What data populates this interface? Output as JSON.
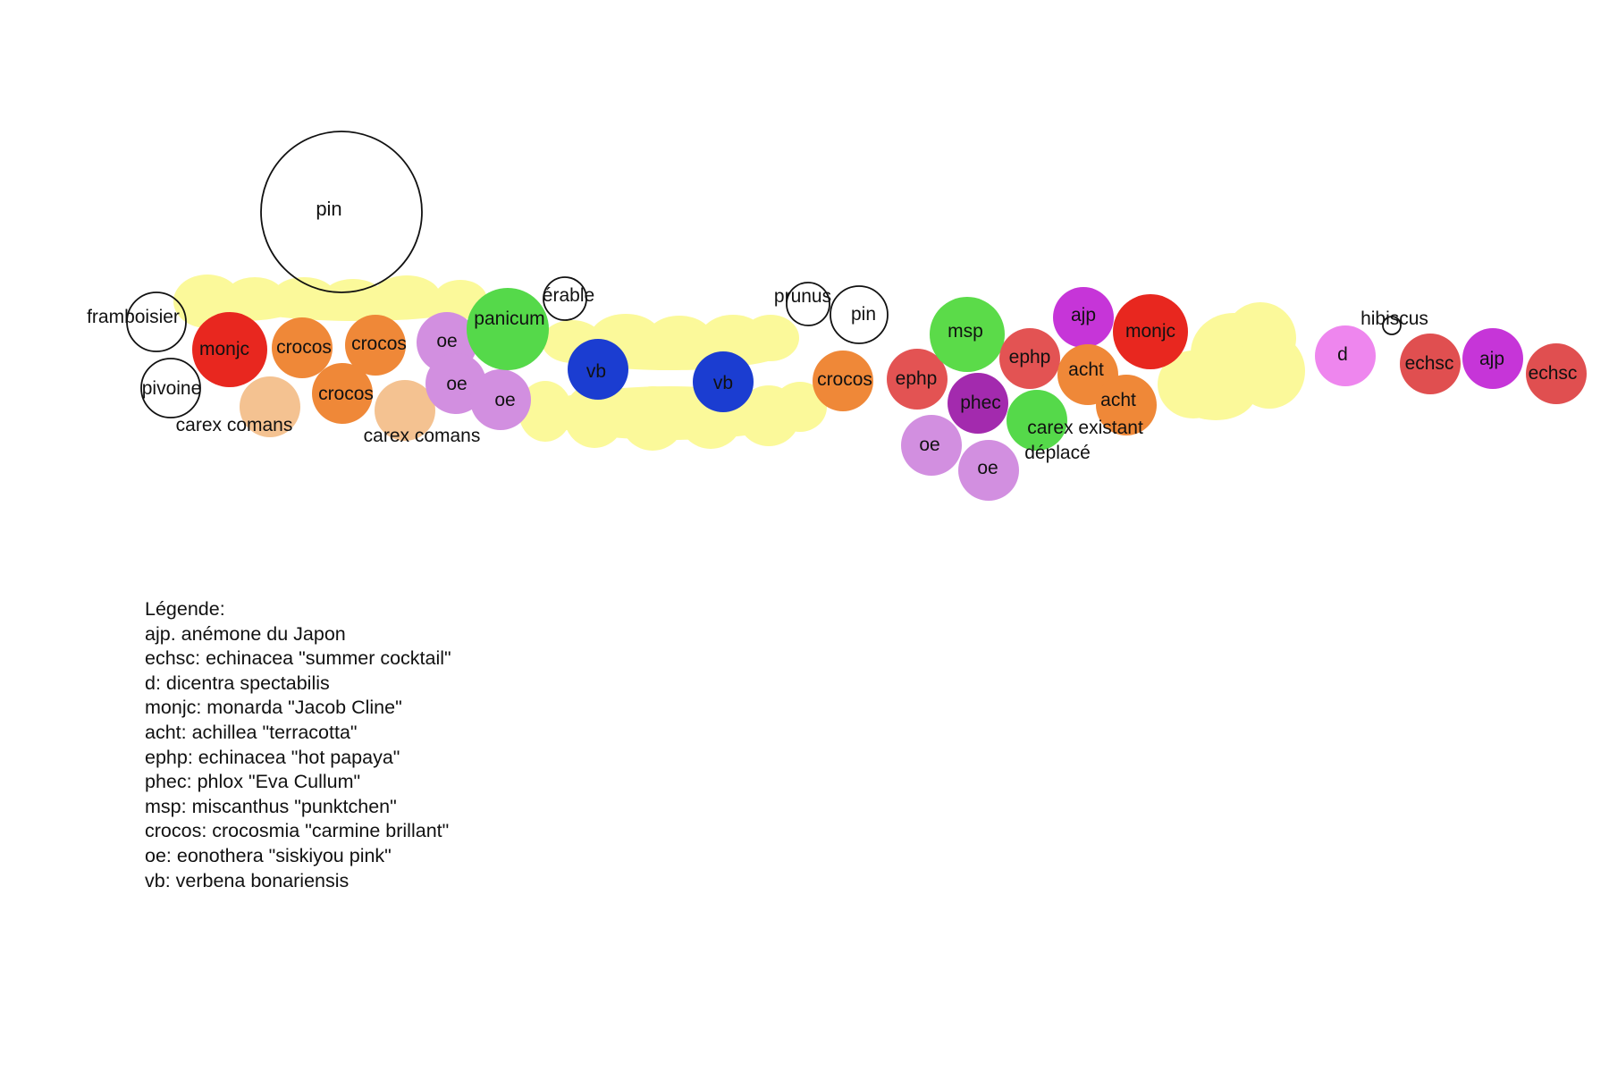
{
  "colors": {
    "hedge": "#fbf99a",
    "monjc": "#e8271f",
    "crocos": "#ef8838",
    "carex_comans": "#f4c291",
    "oe": "#d28fe0",
    "panicum": "#55d94a",
    "vb": "#1b3dd1",
    "ephp": "#e35353",
    "msp": "#5bdb49",
    "ajp": "#c635d8",
    "phec": "#a32aae",
    "acht": "#ef8838",
    "carex_existant": "#55d94a",
    "d": "#ee86ee",
    "echsc": "#e04f50",
    "outline": "#111111"
  },
  "labels": {
    "pin_large": "pin",
    "framboisier": "framboisier",
    "pivoine": "pivoine",
    "monjc_left": "monjc",
    "crocos_1": "crocos",
    "crocos_2": "crocos",
    "crocos_3": "crocos",
    "carex_comans_1": "carex comans",
    "carex_comans_2": "carex comans",
    "oe_1": "oe",
    "oe_2": "oe",
    "oe_3": "oe",
    "panicum": "panicum",
    "erable": "érable",
    "vb_1": "vb",
    "vb_2": "vb",
    "prunus": "prunus",
    "pin_small": "pin",
    "crocos_4": "crocos",
    "ephp_1": "ephp",
    "msp": "msp",
    "ephp_2": "ephp",
    "ajp_1": "ajp",
    "monjc_right": "monjc",
    "phec": "phec",
    "acht_1": "acht",
    "acht_2": "acht",
    "carex_existant": "carex existant",
    "deplace": "déplacé",
    "oe_4": "oe",
    "oe_5": "oe",
    "hibiscus": "hibiscus",
    "d": "d",
    "echsc_1": "echsc",
    "ajp_2": "ajp",
    "echsc_2": "echsc"
  },
  "legend": {
    "title": "Légende:",
    "items": [
      "ajp. anémone du Japon",
      "echsc: echinacea \"summer cocktail\"",
      "d: dicentra spectabilis",
      "monjc: monarda \"Jacob Cline\"",
      "acht: achillea \"terracotta\"",
      "ephp: echinacea \"hot papaya\"",
      "phec: phlox \"Eva Cullum\"",
      "msp: miscanthus \"punktchen\"",
      "crocos: crocosmia \"carmine brillant\"",
      "oe: eonothera \"siskiyou pink\"",
      "vb: verbena bonariensis"
    ]
  }
}
